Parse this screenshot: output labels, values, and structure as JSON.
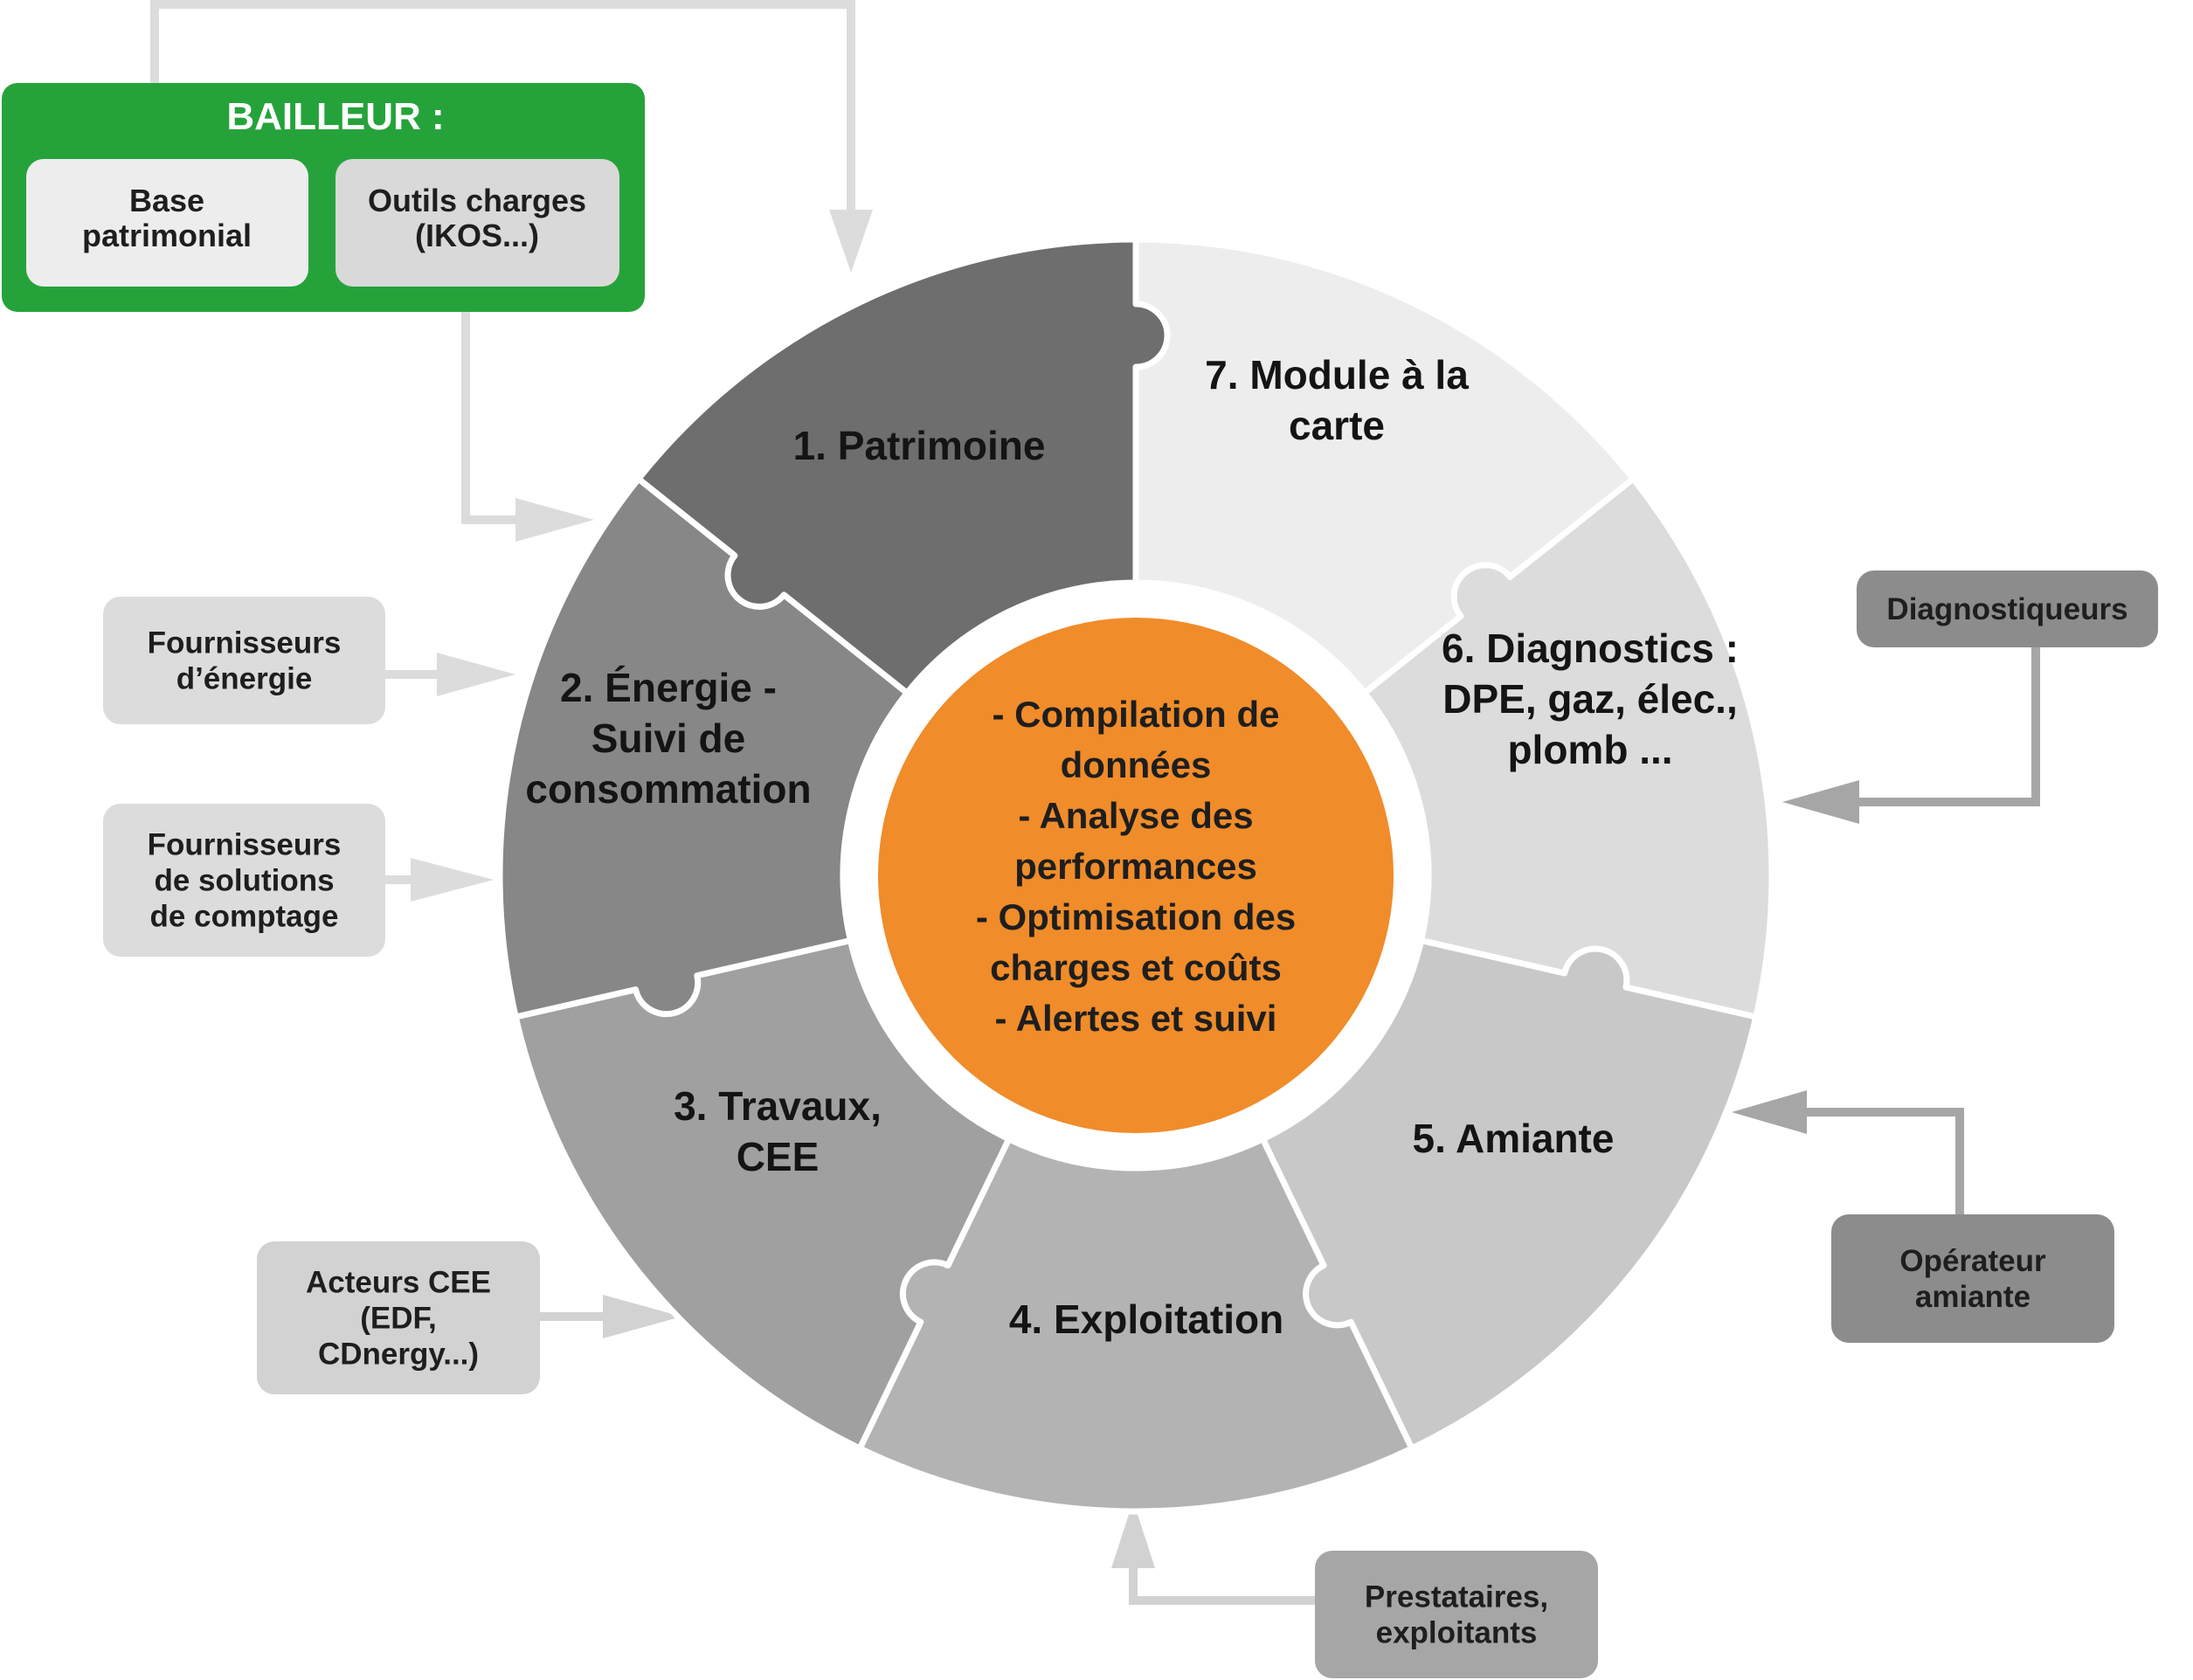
{
  "bailleur": {
    "title": "BAILLEUR :",
    "base_lines": [
      "Base",
      "patrimonial"
    ],
    "outils_lines": [
      "Outils charges",
      "(IKOS...)"
    ]
  },
  "segments": [
    {
      "id": "patrimoine",
      "lines": [
        "1. Patrimoine"
      ],
      "color": "#EDEDED"
    },
    {
      "id": "energie",
      "lines": [
        "2. Énergie -",
        "Suivi de",
        "consommation"
      ],
      "color": "#DCDCDC"
    },
    {
      "id": "travaux",
      "lines": [
        "3. Travaux,",
        "CEE"
      ],
      "color": "#C8C8C8"
    },
    {
      "id": "exploitation",
      "lines": [
        "4. Exploitation"
      ],
      "color": "#B3B3B3"
    },
    {
      "id": "amiante",
      "lines": [
        "5. Amiante"
      ],
      "color": "#A0A0A0"
    },
    {
      "id": "diagnostics",
      "lines": [
        "6. Diagnostics :",
        "DPE, gaz, élec.,",
        "plomb ..."
      ],
      "color": "#878787"
    },
    {
      "id": "module",
      "lines": [
        "7. Module à la",
        "carte"
      ],
      "color": "#6E6E6E"
    }
  ],
  "center": {
    "lines": [
      "- Compilation de",
      "données",
      "- Analyse des",
      "performances",
      "- Optimisation des",
      "charges et coûts",
      "- Alertes et suivi"
    ],
    "color": "#F08C2A"
  },
  "external": [
    {
      "id": "fournisseurs-energie",
      "lines": [
        "Fournisseurs",
        "d’énergie"
      ]
    },
    {
      "id": "fournisseurs-comptage",
      "lines": [
        "Fournisseurs",
        "de solutions",
        "de comptage"
      ]
    },
    {
      "id": "acteurs-cee",
      "lines": [
        "Acteurs CEE",
        "(EDF,",
        "CDnergy...)"
      ]
    },
    {
      "id": "prestataires",
      "lines": [
        "Prestataires,",
        "exploitants"
      ]
    },
    {
      "id": "operateur-amiante",
      "lines": [
        "Opérateur",
        "amiante"
      ]
    },
    {
      "id": "diagnostiqueurs",
      "lines": [
        "Diagnostiqueurs"
      ]
    }
  ],
  "colors": {
    "green": "#25A33A",
    "light_box": "#E9E9E9",
    "mid_box": "#D9D9D9",
    "arrow_light": "#D6D6D6",
    "arrow_dark": "#A6A6A6"
  }
}
